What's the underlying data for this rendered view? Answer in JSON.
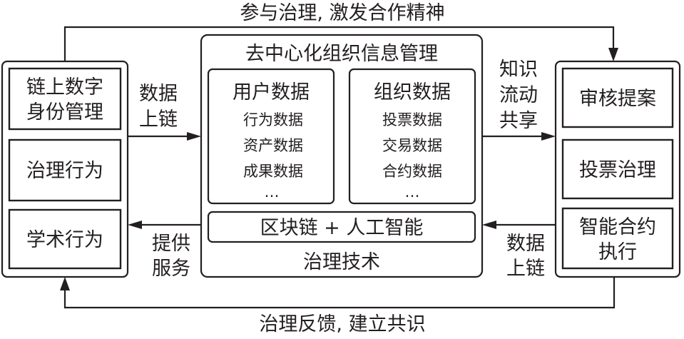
{
  "top_label": "参与治理, 激发合作精神",
  "bottom_label": "治理反馈, 建立共识",
  "left_panel": {
    "items": [
      {
        "lines": [
          "链上数字",
          "身份管理"
        ]
      },
      {
        "lines": [
          "治理行为"
        ]
      },
      {
        "lines": [
          "学术行为"
        ]
      }
    ]
  },
  "center_panel": {
    "title": "去中心化组织信息管理",
    "user_data": {
      "title": "用户数据",
      "items": [
        "行为数据",
        "资产数据",
        "成果数据",
        "…"
      ]
    },
    "org_data": {
      "title": "组织数据",
      "items": [
        "投票数据",
        "交易数据",
        "合约数据",
        "…"
      ]
    },
    "tech_bar": "区块链 + 人工智能",
    "footer": "治理技术"
  },
  "right_panel": {
    "items": [
      {
        "lines": [
          "审核提案"
        ]
      },
      {
        "lines": [
          "投票治理"
        ]
      },
      {
        "lines": [
          "智能合约",
          "执行"
        ]
      }
    ]
  },
  "edge_labels": {
    "left_to_center": [
      "数据",
      "上链"
    ],
    "center_to_right": [
      "知识",
      "流动",
      "共享"
    ],
    "center_to_left": [
      "提供",
      "服务"
    ],
    "right_to_center": [
      "数据",
      "上链"
    ]
  }
}
